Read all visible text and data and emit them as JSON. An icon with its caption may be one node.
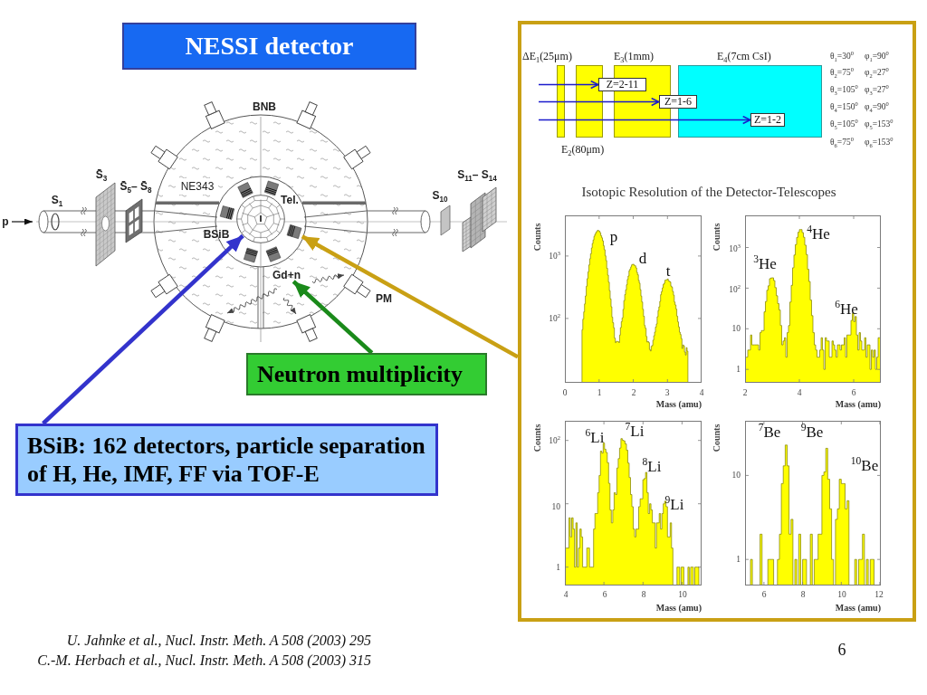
{
  "diagram": {
    "title": "NESSI detector",
    "nodes": [
      {
        "text": [],
        "shape": "box"
      },
      {
        "text": [
          "ΔE$_{1}$(25μm)"
        ],
        "in": 0
      },
      {
        "text": [
          "E$_{2}$(80μm)"
        ],
        "in": 0
      },
      {
        "text": [
          "E$_{3}$(1mm)"
        ],
        "in": 0
      },
      {
        "text": [
          "E$_{4}$(7cm CsI)"
        ],
        "in": 0
      },
      {
        "text": [
          "Z=2-11"
        ],
        "in": 0
      },
      {
        "text": [
          "Z=1-6"
        ],
        "in": 0
      },
      {
        "text": [
          "Z=1-2"
        ],
        "in": 4
      },
      {
        "text": [],
        "shape": "circle",
        "beside": [
          "BSiB"
        ]
      },
      {
        "text": [],
        "shape": "box"
      },
      {
        "text": [],
        "shape": "box"
      },
      {
        "text": [],
        "shape": "box"
      },
      {
        "text": [],
        "shape": "box"
      },
      {
        "text": [],
        "shape": "box"
      },
      {
        "text": [],
        "shape": "box"
      },
      {
        "text": [
          "Gd+n"
        ]
      },
      {
        "text": [
          "Neutron multiplicity"
        ]
      },
      {
        "text": [
          "BSiB: 162 detectors, particle separation of H, He, IMF, FF via TOF-E"
        ]
      }
    ],
    "edges": [
      {
        "from": 17,
        "to": 8,
        "arrow": "to",
        "style": "thick",
        "color": "#3333cc"
      },
      {
        "from": 16,
        "to": 15,
        "arrow": "to",
        "style": "thick",
        "color": "#1a8a1a"
      },
      {
        "from": 0,
        "to": 12,
        "arrow": "to",
        "style": "thick",
        "color": "#c9a014"
      },
      {
        "from": null,
        "to": 5,
        "arrow": "to",
        "color": "#1a1acc"
      },
      {
        "from": null,
        "to": 6,
        "arrow": "to",
        "color": "#1a1acc"
      },
      {
        "from": null,
        "to": 7,
        "arrow": "to",
        "color": "#1a1acc"
      }
    ],
    "labels": [
      "BNB",
      "S̄$_{3}$",
      "S$_{11}$– S$_{14}$",
      "S̄$_{5}$– S̄$_{8}$",
      "NE343",
      "S$_{1}$",
      "Tel.",
      "S$_{10}$",
      "p",
      "PM",
      "θ$_{1}$=30$^{0}$",
      "φ$_{1}$=90$^{0}$",
      "θ$_{2}$=75$^{0}$",
      "φ$_{2}$=27$^{0}$",
      "θ$_{3}$=105$^{0}$",
      "φ$_{3}$=27$^{0}$",
      "θ$_{4}$=150$^{0}$",
      "φ$_{4}$=90$^{0}$",
      "θ$_{5}$=105$^{0}$",
      "φ$_{5}$=153$^{0}$",
      "θ$_{6}$=75$^{0}$",
      "φ$_{6}$=153$^{0}$",
      "Isotopic Resolution of the Detector-Telescopes",
      "Counts",
      "10$^{3}$",
      "10$^{2}$",
      "0",
      "1",
      "2",
      "3",
      "4",
      "Mass (amu)",
      "p",
      "d",
      "t",
      "Counts",
      "10$^{3}$",
      "10$^{2}$",
      "10",
      "1",
      "2",
      "4",
      "6",
      "Mass (amu)",
      "$^{3}$He",
      "$^{4}$He",
      "$^{6}$He",
      "Counts",
      "10$^{2}$",
      "10",
      "1",
      "4",
      "6",
      "8",
      "10",
      "Mass (amu)",
      "$^{6}$Li",
      "$^{7}$Li",
      "$^{8}$Li",
      "$^{9}$Li",
      "Counts",
      "10",
      "1",
      "6",
      "8",
      "10",
      "12",
      "Mass (amu)",
      "$^{7}$Be",
      "$^{9}$Be",
      "$^{10}$Be",
      "U. Jahnke et al., Nucl. Instr. Meth. A 508 (2003) 295",
      "C.-M. Herbach et al., Nucl. Instr. Meth. A 508 (2003) 315",
      "6"
    ]
  }
}
